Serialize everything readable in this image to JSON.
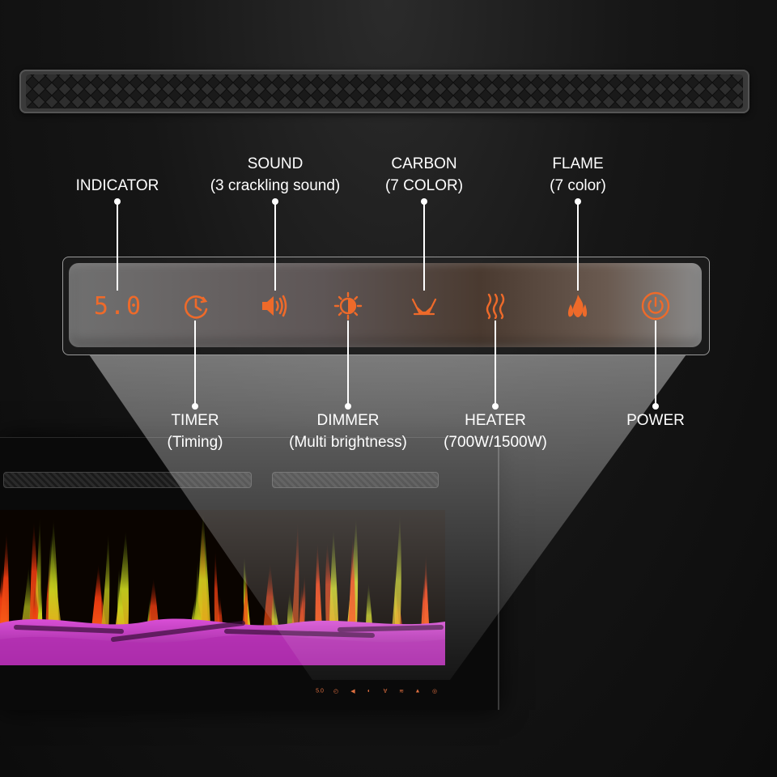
{
  "colors": {
    "accent": "#ee6a2a",
    "label_text": "#ffffff",
    "background": "#121212"
  },
  "panel": {
    "indicator_display": "5.0",
    "icons": [
      {
        "name": "indicator-display",
        "meaning": "indicator"
      },
      {
        "name": "clock-icon",
        "meaning": "timer"
      },
      {
        "name": "speaker-icon",
        "meaning": "sound"
      },
      {
        "name": "brightness-icon",
        "meaning": "dimmer"
      },
      {
        "name": "carbon-icon",
        "meaning": "carbon"
      },
      {
        "name": "heat-waves-icon",
        "meaning": "heater"
      },
      {
        "name": "flame-icon",
        "meaning": "flame"
      },
      {
        "name": "power-icon",
        "meaning": "power"
      }
    ]
  },
  "callouts": {
    "indicator": {
      "title": "INDICATOR"
    },
    "sound": {
      "title": "SOUND",
      "subtitle": "(3 crackling sound)"
    },
    "carbon": {
      "title": "CARBON",
      "subtitle": "(7 COLOR)"
    },
    "flame": {
      "title": "FLAME",
      "subtitle": "(7 color)"
    },
    "timer": {
      "title": "TIMER",
      "subtitle": "(Timing)"
    },
    "dimmer": {
      "title": "DIMMER",
      "subtitle": "(Multi brightness)"
    },
    "heater": {
      "title": "HEATER",
      "subtitle": "(700W/1500W)"
    },
    "power": {
      "title": "POWER"
    }
  },
  "mini_panel": {
    "indicator_display": "5.0"
  }
}
